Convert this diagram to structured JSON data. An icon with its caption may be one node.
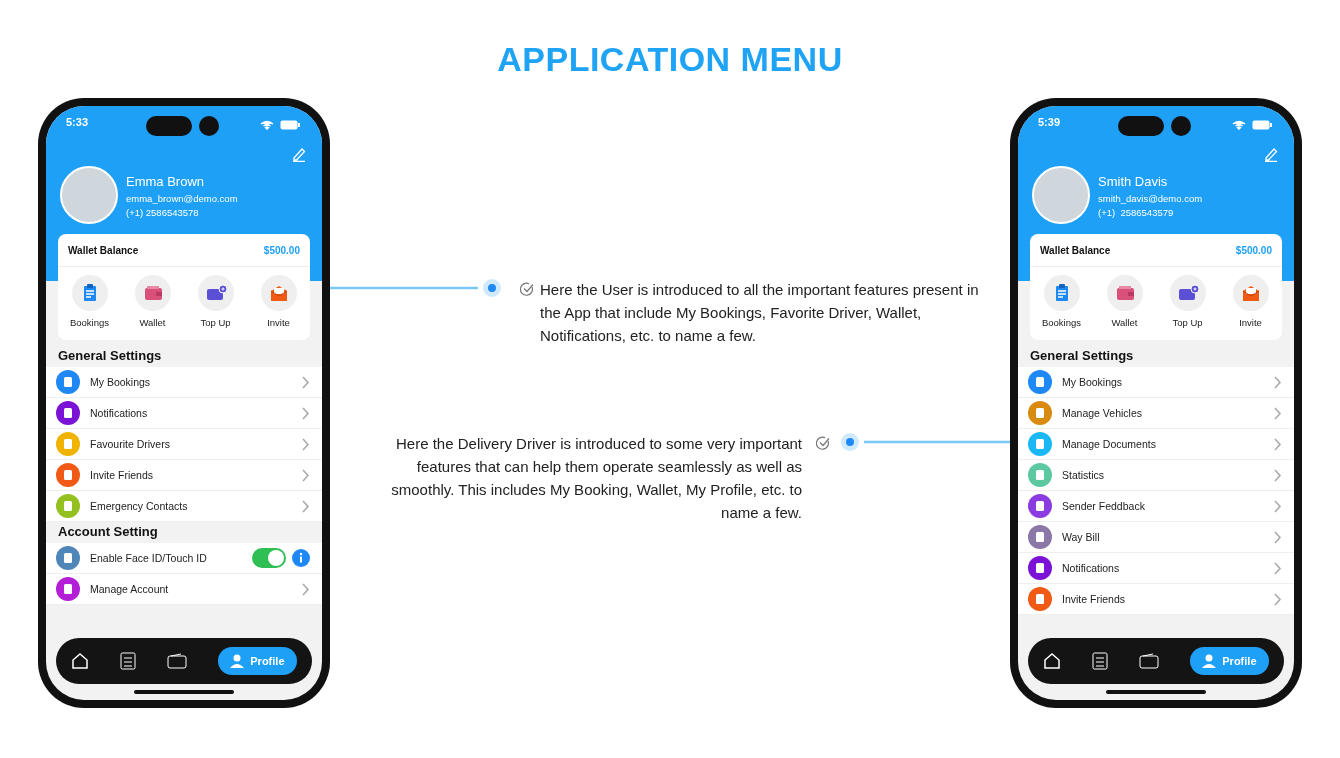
{
  "diagram": {
    "title": "APPLICATION MENU",
    "nodes": [
      {
        "text": [
          "5:33",
          "Emma Brown",
          "emma_brown@demo.com",
          "(+1) 2586543578",
          "Wallet Balance",
          "$500.00",
          "Bookings",
          "Wallet",
          "Top Up",
          "Invite",
          "General Settings",
          "My Bookings",
          "Notifications",
          "Favourite Drivers",
          "Invite Friends",
          "Emergency Contacts",
          "Account Setting",
          "Enable Face ID/Touch ID",
          "Manage Account",
          "Profile"
        ]
      },
      {
        "text": [
          "5:39",
          "Smith Davis",
          "smith_davis@demo.com",
          "(+1)  2586543579",
          "Wallet Balance",
          "$500.00",
          "Bookings",
          "Wallet",
          "Top Up",
          "Invite",
          "General Settings",
          "My Bookings",
          "Manage Vehicles",
          "Manage Documents",
          "Statistics",
          "Sender Feddback",
          "Way Bill",
          "Notifications",
          "Invite Friends",
          "Profile"
        ]
      },
      {
        "text": [
          "Here the User is introduced to all the important features present in the App that include My Bookings, Favorite Driver, Wallet, Notifications, etc. to name a few."
        ]
      },
      {
        "text": [
          "Here the Delivery Driver is introduced to some very important features that can help them operate seamlessly as well as smoothly. This includes My Booking, Wallet, My Profile, etc. to name a few."
        ]
      }
    ],
    "edges": [
      {
        "from": 2,
        "to": 0,
        "arrow": "none"
      },
      {
        "from": 3,
        "to": 1,
        "arrow": "none"
      }
    ]
  }
}
